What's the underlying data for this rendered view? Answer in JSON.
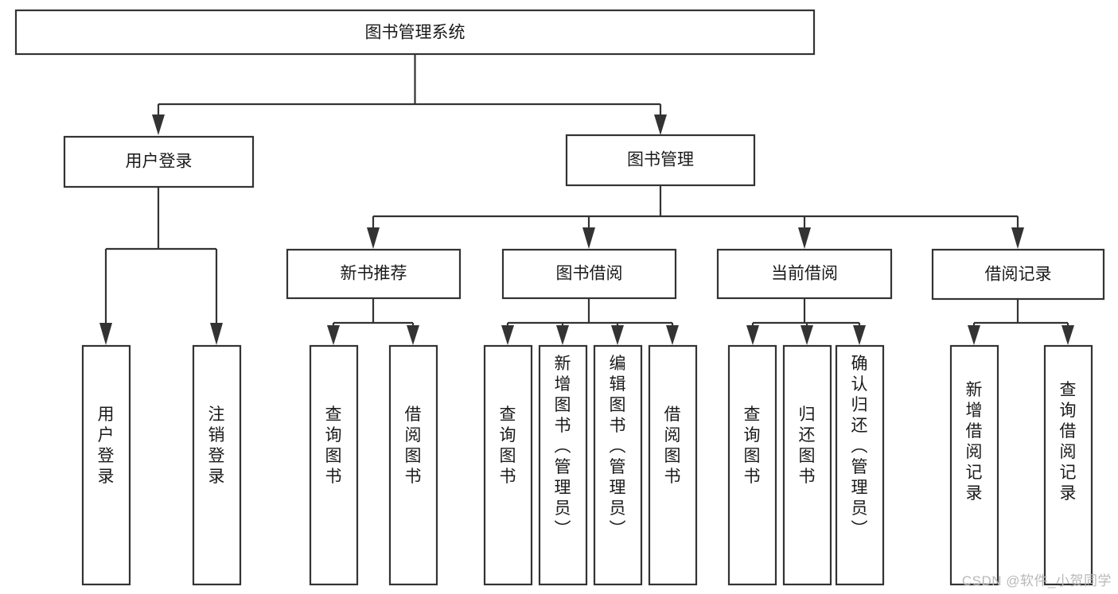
{
  "diagram": {
    "title": "图书管理系统",
    "type": "tree",
    "watermark": "CSDN @软件_小贺同学",
    "colors": {
      "box_stroke": "#333333",
      "box_fill": "#ffffff",
      "text": "#1a1a1a",
      "background": "#ffffff",
      "watermark": "#b8b8b8"
    },
    "nodes": {
      "root": {
        "label": "图书管理系统"
      },
      "level2": [
        {
          "id": "user-login",
          "label": "用户登录"
        },
        {
          "id": "book-manage",
          "label": "图书管理"
        }
      ],
      "level3": [
        {
          "id": "new-book-rec",
          "label": "新书推荐"
        },
        {
          "id": "book-borrow",
          "label": "图书借阅"
        },
        {
          "id": "current-borrow",
          "label": "当前借阅"
        },
        {
          "id": "borrow-record",
          "label": "借阅记录"
        }
      ],
      "leaves": {
        "user-login": [
          {
            "id": "leaf-user-login",
            "label": "用户登录"
          },
          {
            "id": "leaf-logout-login",
            "label": "注销登录"
          }
        ],
        "new-book-rec": [
          {
            "id": "leaf-query-book-1",
            "label": "查询图书"
          },
          {
            "id": "leaf-borrow-book-1",
            "label": "借阅图书"
          }
        ],
        "book-borrow": [
          {
            "id": "leaf-query-book-2",
            "label": "查询图书"
          },
          {
            "id": "leaf-add-book-admin",
            "label": "新增图书（管理员）"
          },
          {
            "id": "leaf-edit-book-admin",
            "label": "编辑图书（管理员）"
          },
          {
            "id": "leaf-borrow-book-2",
            "label": "借阅图书"
          }
        ],
        "current-borrow": [
          {
            "id": "leaf-query-book-3",
            "label": "查询图书"
          },
          {
            "id": "leaf-return-book",
            "label": "归还图书"
          },
          {
            "id": "leaf-confirm-return-admin",
            "label": "确认归还（管理员）"
          }
        ],
        "borrow-record": [
          {
            "id": "leaf-add-borrow-record",
            "label": "新增借阅记录"
          },
          {
            "id": "leaf-query-borrow-record",
            "label": "查询借阅记录"
          }
        ]
      }
    }
  }
}
